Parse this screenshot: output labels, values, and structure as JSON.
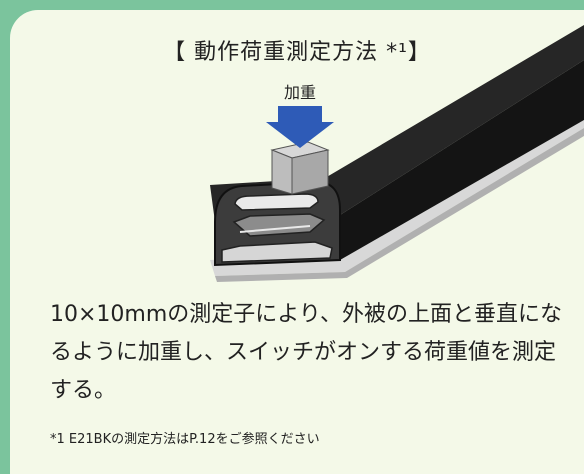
{
  "title": "【 動作荷重測定方法 *¹】",
  "load_label": "加重",
  "description": "10×10mmの測定子により、外被の上面と垂直になるように加重し、スイッチがオンする荷重値を測定する。",
  "footnote": "*1 E21BKの測定方法はP.12をご参照ください",
  "colors": {
    "background": "#7bc49d",
    "panel": "#f4f9e8",
    "arrow": "#2e5bb7",
    "probe": "#b4b4b4",
    "switch_body": "#3a3a3a",
    "rail": "#cfcfcf"
  }
}
